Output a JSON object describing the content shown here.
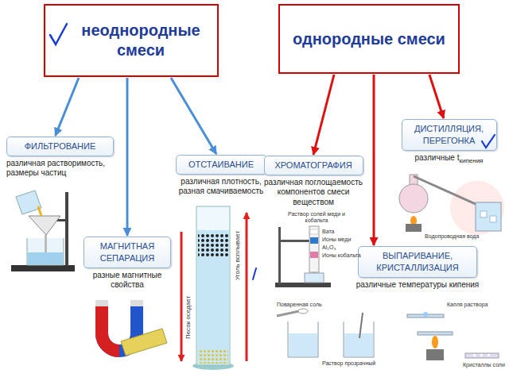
{
  "diagram": {
    "nodes": [
      {
        "text": [
          "неоднородные смеси"
        ]
      },
      {
        "text": [
          "однородные смеси"
        ]
      },
      {
        "text": [
          "ФИЛЬТРОВАНИЕ",
          "различная растворимость, размеры частиц"
        ]
      },
      {
        "text": [
          "МАГНИТНАЯ СЕПАРАЦИЯ",
          "разные магнитные свойства"
        ]
      },
      {
        "text": [
          "ОТСТАИВАНИЕ",
          "различная плотность, разная смачиваемость"
        ]
      },
      {
        "text": [
          "ХРОМАТОГРАФИЯ",
          "различная поглощаемость компонентов смеси веществом"
        ]
      },
      {
        "text": [
          "ДИСТИЛЛЯЦИЯ, ПЕРЕГОНКА",
          "различные t",
          "кипения"
        ]
      },
      {
        "text": [
          "ВЫПАРИВАНИЕ, КРИСТАЛЛИЗАЦИЯ",
          "различные температуры кипения"
        ]
      }
    ],
    "edges": [
      {
        "from": 0,
        "to": 2,
        "arrow": "to"
      },
      {
        "from": 0,
        "to": 3,
        "arrow": "to"
      },
      {
        "from": 0,
        "to": 4,
        "arrow": "to"
      },
      {
        "from": 1,
        "to": 5,
        "arrow": "to"
      },
      {
        "from": 1,
        "to": 7,
        "arrow": "to"
      },
      {
        "from": 1,
        "to": 6,
        "arrow": "to"
      }
    ],
    "labels": [
      "Песок оседает",
      "Уголь всплывает",
      "Раствор солей меди и кобальта",
      "Вата",
      "Ионы меди",
      "Al₂O₃",
      "Ионы кобальта",
      "Водопроводная вода",
      "Поваренная соль",
      "Раствор прозрачный",
      "Капля раствора",
      "Кристаллы соли"
    ]
  }
}
